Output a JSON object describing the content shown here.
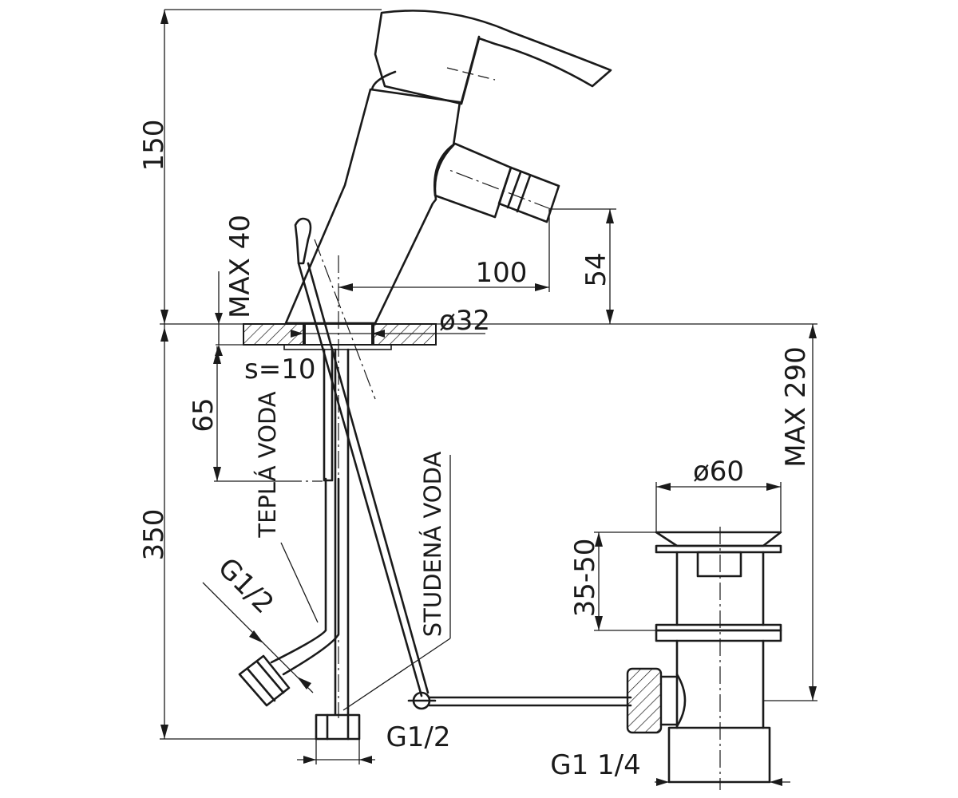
{
  "dimensions": {
    "height_top": "150",
    "max_40": "MAX 40",
    "reach_100": "100",
    "outlet_54": "54",
    "hole_d32": "ø32",
    "s10": "s=10",
    "depth_65": "65",
    "depth_350": "350",
    "max_290": "MAX 290",
    "waste_d60": "ø60",
    "range_35_50": "35-50",
    "thread_g12_hot": "G1/2",
    "thread_g12_rod": "G1/2",
    "thread_g114": "G1  1/4"
  },
  "labels": {
    "hot_water": "TEPLÁ VODA",
    "cold_water": "STUDENÁ VODA"
  }
}
